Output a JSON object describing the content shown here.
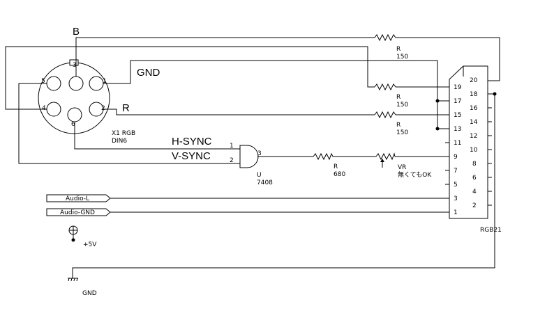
{
  "connector_din": {
    "label": "X1 RGB",
    "sublabel": "DIN6",
    "pins": [
      "5",
      "3",
      "1",
      "4",
      "2",
      "6"
    ]
  },
  "signals": {
    "b": "B",
    "gnd": "GND",
    "r": "R",
    "hsync": "H-SYNC",
    "vsync": "V-SYNC"
  },
  "gate": {
    "ref": "U",
    "part": "7408",
    "in1": "1",
    "in2": "2",
    "out": "3"
  },
  "resistors": [
    {
      "ref": "R",
      "value": "150"
    },
    {
      "ref": "R",
      "value": "150"
    },
    {
      "ref": "R",
      "value": "150"
    },
    {
      "ref": "R",
      "value": "680"
    }
  ],
  "vr": {
    "ref": "VR",
    "note": "無くてもOK"
  },
  "rgb21": {
    "label": "RGB21",
    "pins_inner": [
      "19",
      "17",
      "15",
      "13",
      "11",
      "9",
      "7",
      "5",
      "3",
      "1"
    ],
    "pins_outer": [
      "20",
      "18",
      "16",
      "14",
      "12",
      "10",
      "8",
      "6",
      "4",
      "2"
    ]
  },
  "audio": {
    "left": "Audio-L",
    "gnd": "Audio-GND"
  },
  "power": {
    "vcc": "+5V",
    "gnd": "GND"
  }
}
